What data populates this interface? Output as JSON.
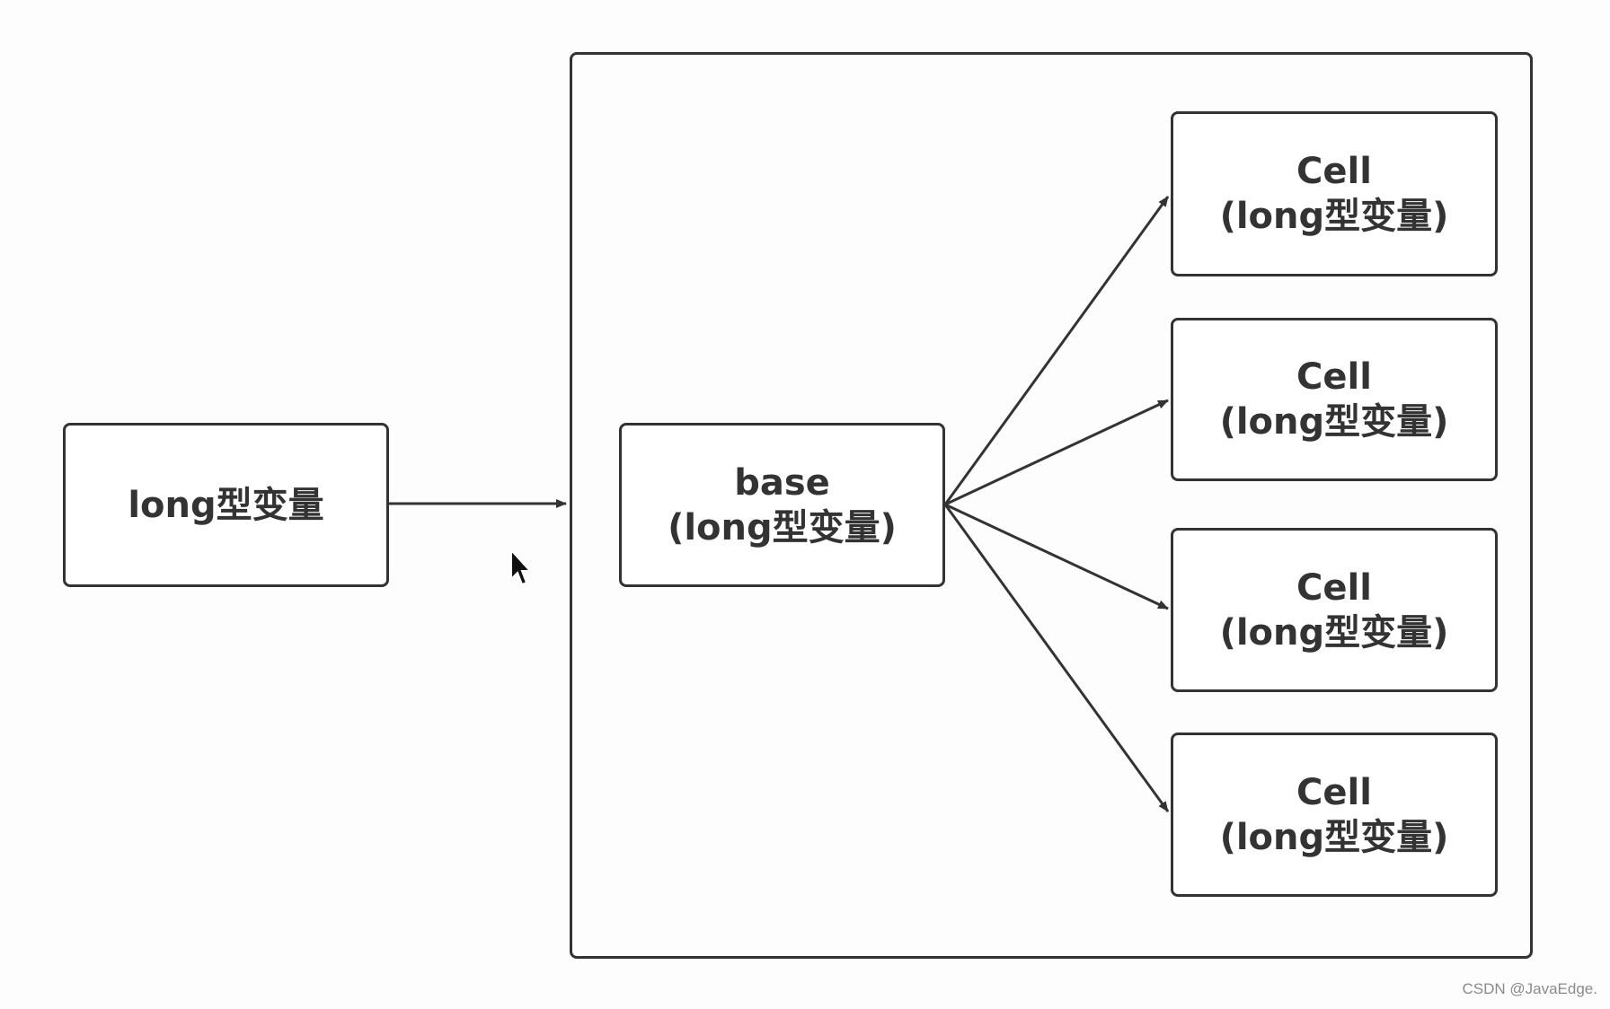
{
  "source": {
    "label": "long型变量"
  },
  "base": {
    "name": "base",
    "type": "(long型变量)"
  },
  "cells": [
    {
      "name": "Cell",
      "type": "(long型变量)"
    },
    {
      "name": "Cell",
      "type": "(long型变量)"
    },
    {
      "name": "Cell",
      "type": "(long型变量)"
    },
    {
      "name": "Cell",
      "type": "(long型变量)"
    }
  ],
  "watermark": "CSDN @JavaEdge.",
  "colors": {
    "stroke": "#333333",
    "background": "#fdfdfd",
    "watermark": "#8a8a8a"
  }
}
